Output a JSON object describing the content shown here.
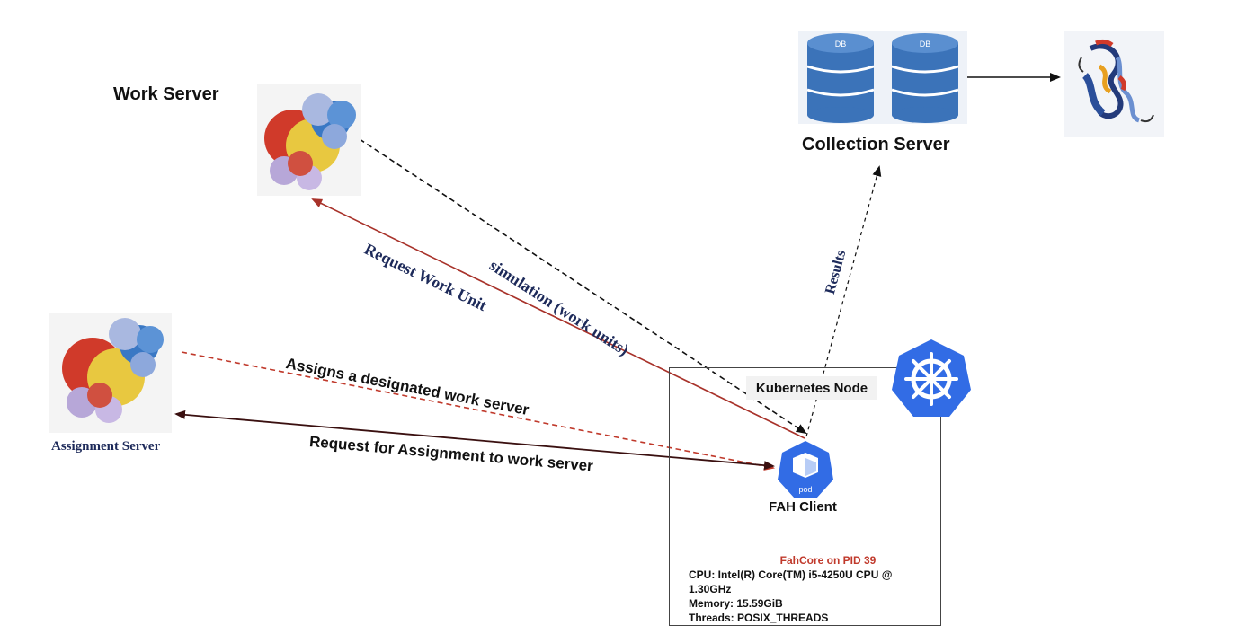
{
  "work_server": {
    "label": "Work Server"
  },
  "assignment_server": {
    "label": "Assignment Server"
  },
  "collection_server": {
    "label": "Collection Server",
    "db_labels": [
      "DB",
      "DB"
    ]
  },
  "kubernetes": {
    "node_label": "Kubernetes Node"
  },
  "fah_client": {
    "label": "FAH Client",
    "pod_label": "pod"
  },
  "edges": {
    "simulation": "simulation (work units)",
    "request_work_unit": "Request Work Unit",
    "results": "Results",
    "assigns": "Assigns a designated work server",
    "request_assignment": "Request for Assignment to work server"
  },
  "client_info": {
    "fahcore": "FahCore on PID 39",
    "cpu": "CPU: Intel(R) Core(TM) i5-4250U CPU @ 1.30GHz",
    "memory": "Memory: 15.59GiB",
    "threads": "Threads: POSIX_THREADS"
  },
  "colors": {
    "dark_red_arrow": "#a8322a",
    "dashed_black": "#111111",
    "dashed_red": "#c0392b",
    "dark_arrow": "#3a1010",
    "k8s_blue": "#326ce5",
    "db_blue": "#3b73b9"
  }
}
